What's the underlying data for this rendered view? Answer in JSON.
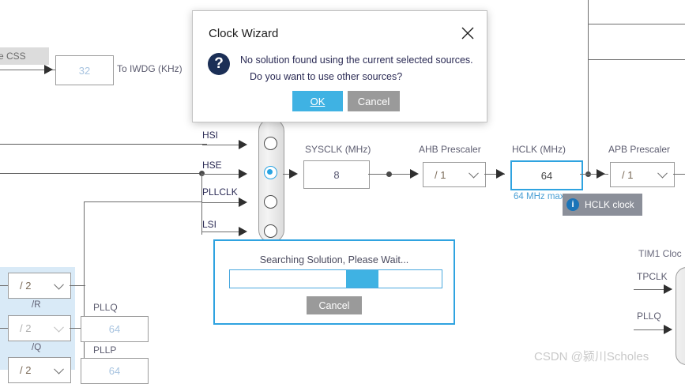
{
  "app": {
    "tool": "Clock Configuration",
    "watermark": "CSDN @颍川Scholes"
  },
  "clock_tree": {
    "css_tag": "e CSS",
    "iwdg_value": "32",
    "iwdg_label": "To IWDG (KHz)",
    "mux_sources": [
      "HSI",
      "HSE",
      "PLLCLK",
      "LSI"
    ],
    "mux_selected_index": 1,
    "sysclk_label": "SYSCLK (MHz)",
    "sysclk_value": "8",
    "ahb_prescaler_label": "AHB Prescaler",
    "ahb_prescaler_value": "/ 1",
    "hclk_label": "HCLK (MHz)",
    "hclk_value": "64",
    "hclk_max_note": "64 MHz max",
    "apb_prescaler_label": "APB Prescaler",
    "apb_prescaler_value": "/ 1",
    "pll": {
      "r_divider": "/ 2",
      "r_label": "/R",
      "q_divider": "/ 2",
      "q_label": "/Q",
      "p_divider": "/ 2",
      "pllq_label": "PLLQ",
      "pllq_value": "64",
      "pllp_label": "PLLP",
      "pllp_value": "64"
    },
    "tim1": {
      "title": "TIM1 Cloc",
      "inputs": [
        "TPCLK",
        "PLLQ"
      ]
    }
  },
  "tooltip": {
    "text": "HCLK clock",
    "icon": "info-icon"
  },
  "clock_wizard_dialog": {
    "title": "Clock Wizard",
    "close_icon": "close-icon",
    "question_icon": "question-icon",
    "message_line1": "No solution found using the current selected sources.",
    "message_line2": "Do you want to use other sources?",
    "ok_label": "OK",
    "cancel_label": "Cancel",
    "ok_color": "#3fb2e3",
    "cancel_color": "#9a9a9a"
  },
  "searching_dialog": {
    "title": "Searching Solution, Please Wait...",
    "cancel_label": "Cancel",
    "progress_percent": 55,
    "progress_chunk_width_percent": 15,
    "accent_color": "#2fa3e0"
  }
}
